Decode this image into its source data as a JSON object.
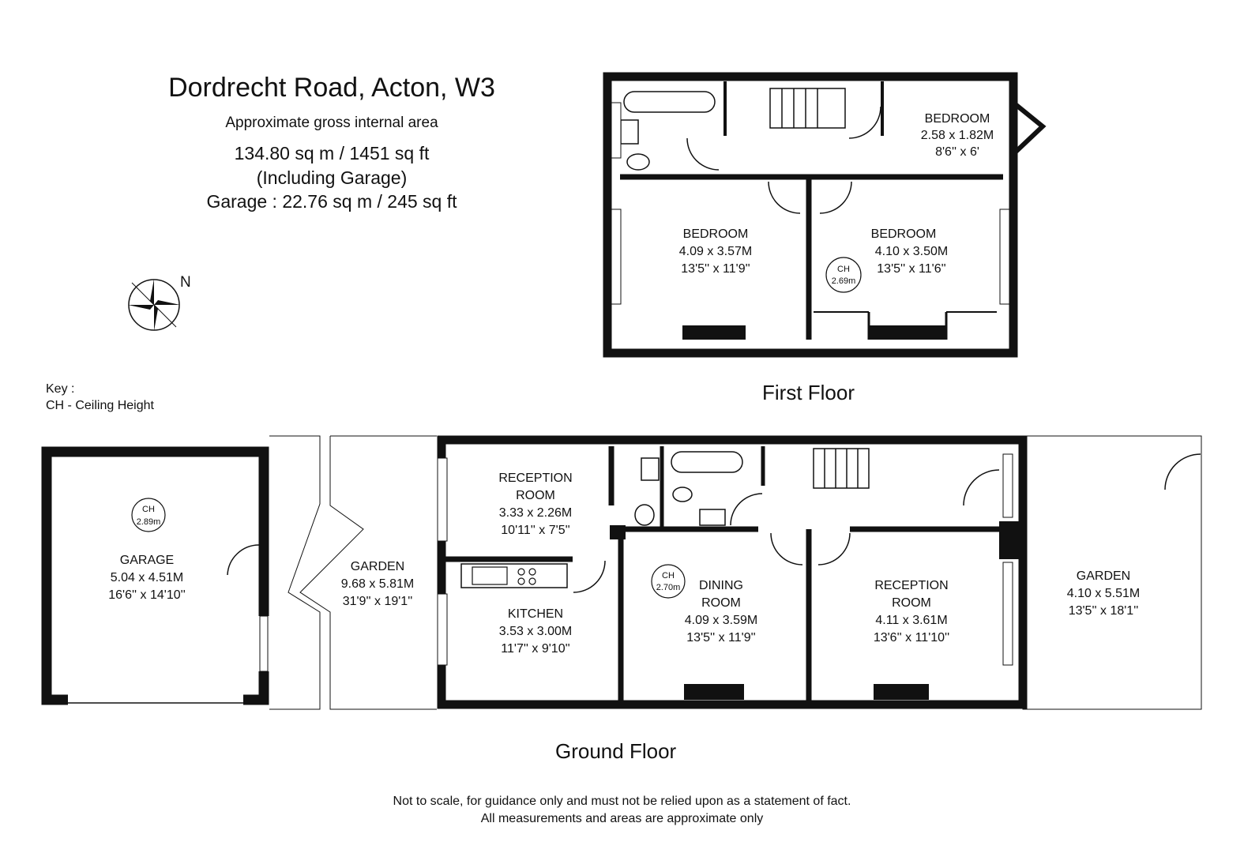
{
  "header": {
    "title": "Dordrecht Road, Acton, W3",
    "subtitle": "Approximate gross internal area",
    "total_area": "134.80 sq m /  1451 sq ft",
    "including": "(Including Garage)",
    "garage_area": "Garage : 22.76 sq m /  245 sq ft"
  },
  "compass": {
    "north": "N"
  },
  "key": {
    "title": "Key :",
    "ch": "CH - Ceiling Height"
  },
  "floors": {
    "first": "First Floor",
    "ground": "Ground Floor"
  },
  "first_floor": {
    "bedroom_small": {
      "name": "BEDROOM",
      "metric": "2.58 x 1.82M",
      "imperial": "8'6'' x 6'"
    },
    "bedroom_left": {
      "name": "BEDROOM",
      "metric": "4.09 x 3.57M",
      "imperial": "13'5'' x 11'9''"
    },
    "bedroom_right": {
      "name": "BEDROOM",
      "metric": "4.10 x 3.50M",
      "imperial": "13'5'' x 11'6''"
    },
    "ch": {
      "label": "CH",
      "value": "2.69m"
    }
  },
  "ground_floor": {
    "garage": {
      "name": "GARAGE",
      "metric": "5.04 x 4.51M",
      "imperial": "16'6'' x 14'10''"
    },
    "garage_ch": {
      "label": "CH",
      "value": "2.89m"
    },
    "garden_left": {
      "name": "GARDEN",
      "metric": "9.68 x 5.81M",
      "imperial": "31'9'' x 19'1''"
    },
    "reception_small": {
      "name1": "RECEPTION",
      "name2": "ROOM",
      "metric": "3.33 x 2.26M",
      "imperial": "10'11'' x 7'5''"
    },
    "kitchen": {
      "name": "KITCHEN",
      "metric": "3.53 x 3.00M",
      "imperial": "11'7'' x 9'10''"
    },
    "dining": {
      "name1": "DINING",
      "name2": "ROOM",
      "metric": "4.09 x 3.59M",
      "imperial": "13'5'' x 11'9''"
    },
    "dining_ch": {
      "label": "CH",
      "value": "2.70m"
    },
    "reception_large": {
      "name1": "RECEPTION",
      "name2": "ROOM",
      "metric": "4.11 x 3.61M",
      "imperial": "13'6'' x 11'10''"
    },
    "garden_right": {
      "name": "GARDEN",
      "metric": "4.10 x 5.51M",
      "imperial": "13'5'' x 18'1''"
    }
  },
  "footer": {
    "line1": "Not to scale, for guidance only and must not be relied upon as a statement of fact.",
    "line2": "All measurements and areas are approximate only"
  }
}
